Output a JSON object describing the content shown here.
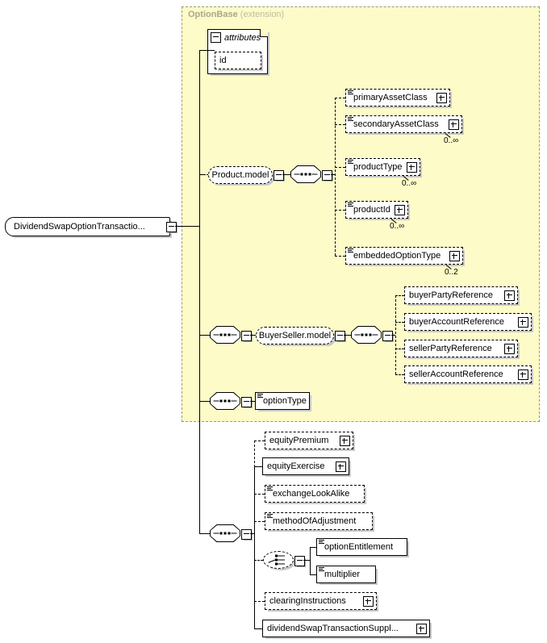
{
  "diagram": {
    "type": "xsd-schema-diagram",
    "root": {
      "label": "DividendSwapOptionTransactio...",
      "expander": "minus"
    },
    "extension_panel": {
      "base_name": "OptionBase",
      "kind": "(extension)",
      "background": "#fdfbc8",
      "border": "#9a9a7a"
    },
    "attributes_group": {
      "header": "attributes",
      "expander": "minus",
      "items": [
        {
          "label": "id",
          "required": false
        }
      ]
    },
    "product_model": {
      "label": "Product.model",
      "node": "group-ref",
      "sequence": "sequence",
      "children": [
        {
          "label": "primaryAssetClass",
          "required": false,
          "expander": "plus",
          "cardinality": ""
        },
        {
          "label": "secondaryAssetClass",
          "required": false,
          "expander": "plus",
          "cardinality": "0..∞"
        },
        {
          "label": "productType",
          "required": false,
          "expander": "plus",
          "cardinality": "0..∞"
        },
        {
          "label": "productId",
          "required": false,
          "expander": "plus",
          "cardinality": "0..∞"
        },
        {
          "label": "embeddedOptionType",
          "required": false,
          "expander": "plus",
          "cardinality": "0..2"
        }
      ]
    },
    "buyer_seller_model": {
      "label": "BuyerSeller.model",
      "node": "group-ref",
      "sequence": "sequence",
      "children": [
        {
          "label": "buyerPartyReference",
          "required": false,
          "expander": "plus",
          "cardinality": ""
        },
        {
          "label": "buyerAccountReference",
          "required": false,
          "expander": "plus",
          "cardinality": ""
        },
        {
          "label": "sellerPartyReference",
          "required": false,
          "expander": "plus",
          "cardinality": ""
        },
        {
          "label": "sellerAccountReference",
          "required": false,
          "expander": "plus",
          "cardinality": ""
        }
      ]
    },
    "option_type": {
      "label": "optionType",
      "required": true,
      "expander": "none"
    },
    "body_sequence": {
      "node": "sequence",
      "children": [
        {
          "label": "equityPremium",
          "required": false,
          "expander": "plus"
        },
        {
          "label": "equityExercise",
          "required": true,
          "expander": "plus"
        },
        {
          "label": "exchangeLookAlike",
          "required": false,
          "expander": "none"
        },
        {
          "label": "methodOfAdjustment",
          "required": false,
          "expander": "none"
        },
        {
          "label": "clearingInstructions",
          "required": false,
          "expander": "plus"
        },
        {
          "label": "dividendSwapTransactionSuppl...",
          "required": true,
          "expander": "plus"
        }
      ],
      "choice": {
        "node": "choice",
        "required": false,
        "expander": "minus",
        "children": [
          {
            "label": "optionEntitlement",
            "required": true,
            "expander": "none"
          },
          {
            "label": "multiplier",
            "required": true,
            "expander": "none"
          }
        ]
      }
    }
  }
}
